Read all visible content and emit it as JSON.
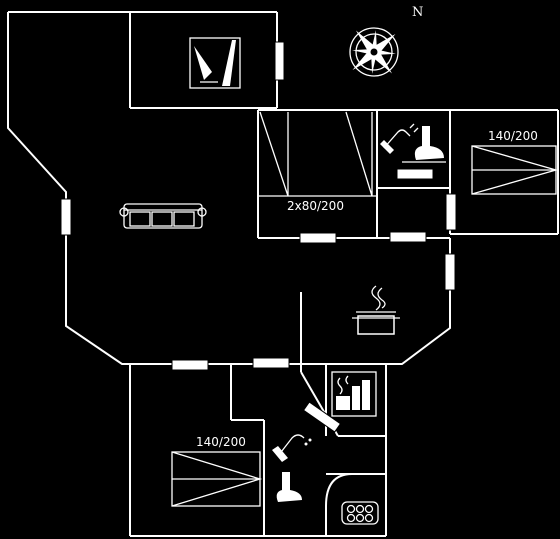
{
  "compass": {
    "north_label": "N"
  },
  "beds": [
    {
      "id": "bed-twin",
      "label": "2x80/200"
    },
    {
      "id": "bed-east",
      "label": "140/200"
    },
    {
      "id": "bed-south",
      "label": "140/200"
    }
  ],
  "icons": [
    "compass-rose-icon",
    "north-arrow-icon",
    "utility-room-icon",
    "sofa-icon",
    "shower-icon",
    "toilet-icon",
    "cooking-pot-icon",
    "sauna-icon",
    "hot-tub-icon"
  ],
  "colors": {
    "background": "#000000",
    "lines": "#ffffff"
  }
}
